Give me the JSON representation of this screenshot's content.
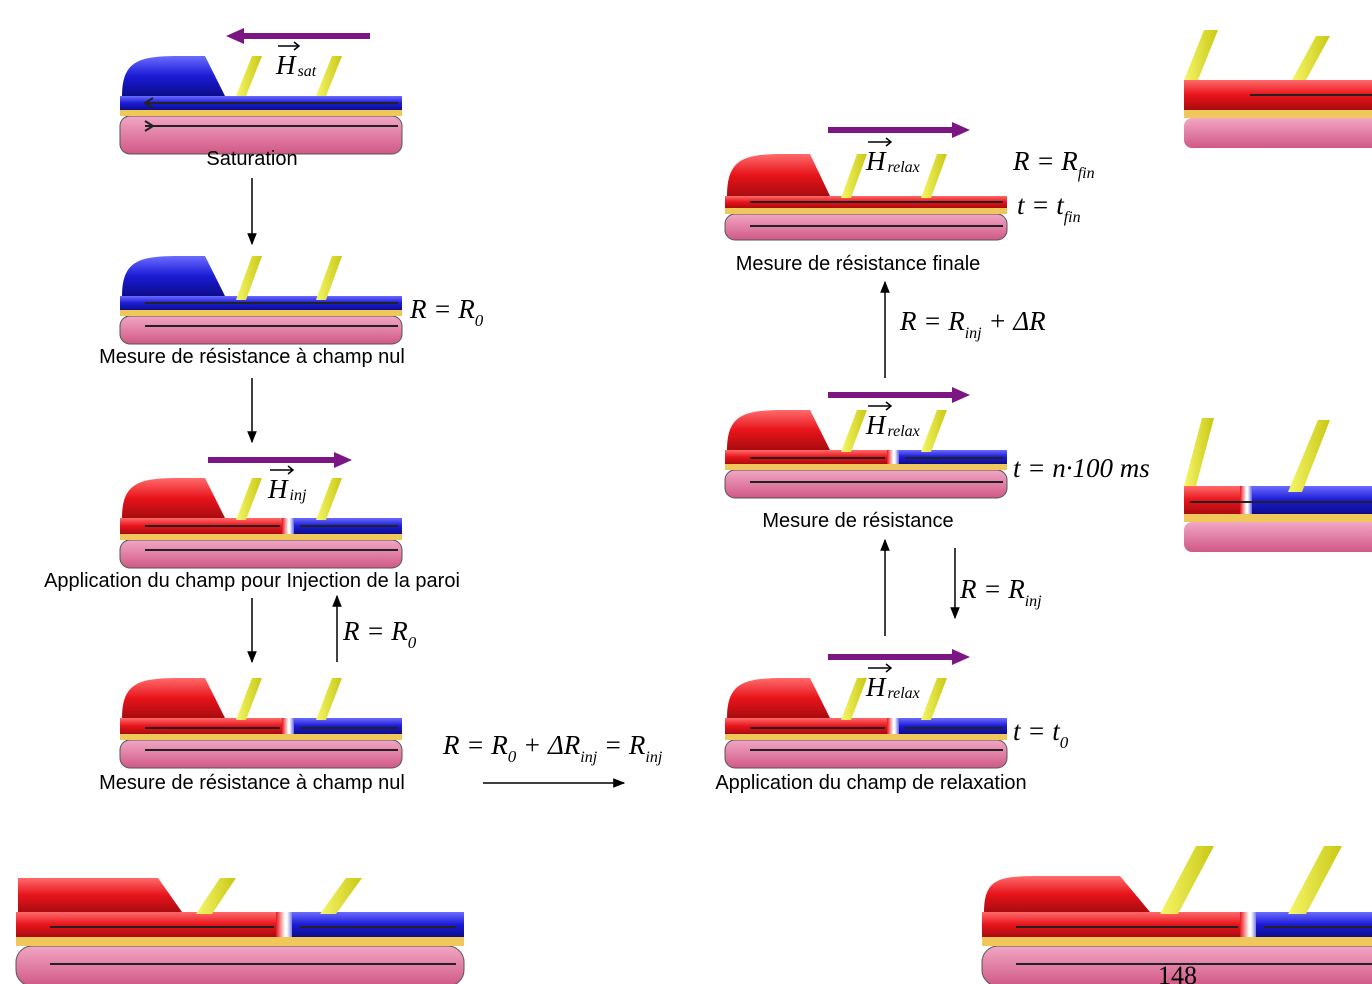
{
  "colors": {
    "red": "#e8141b",
    "blue": "#1b1bd6",
    "pink": "#e2759e",
    "yellow_strip": "#f0c75a",
    "needle": "#e2e21c",
    "field_arrow": "#7b1682"
  },
  "captions": {
    "saturation": "Saturation",
    "zero_field_1": "Mesure de résistance à champ nul",
    "injection": "Application du champ pour Injection de la paroi",
    "zero_field_2": "Mesure de résistance à champ nul",
    "relaxation": "Application du champ de relaxation",
    "resistance": "Mesure de résistance",
    "final": "Mesure de résistance finale"
  },
  "fields": {
    "sat": "H",
    "sat_sub": "sat",
    "inj": "H",
    "inj_sub": "inj",
    "relax": "H",
    "relax_sub": "relax"
  },
  "equations": {
    "r0_a": "R = R",
    "r0_a_sub": "0",
    "r0_b": "R = R",
    "r0_b_sub": "0",
    "rinj_full_1": "R = R",
    "rinj_full_1_sub": "0",
    "rinj_full_2": " + ΔR",
    "rinj_full_2_sub": "inj",
    "rinj_full_3": " = R",
    "rinj_full_3_sub": "inj",
    "rinj": "R = R",
    "rinj_sub": "inj",
    "t0": "t = t",
    "t0_sub": "0",
    "tn_1": "t = n",
    "tn_2": "·100 ms",
    "rdelta_1": "R = R",
    "rdelta_1_sub": "inj",
    "rdelta_2": " + ΔR",
    "rfin": "R = R",
    "rfin_sub": "fin",
    "tfin": "t = t",
    "tfin_sub": "fin"
  },
  "page_number": "148"
}
